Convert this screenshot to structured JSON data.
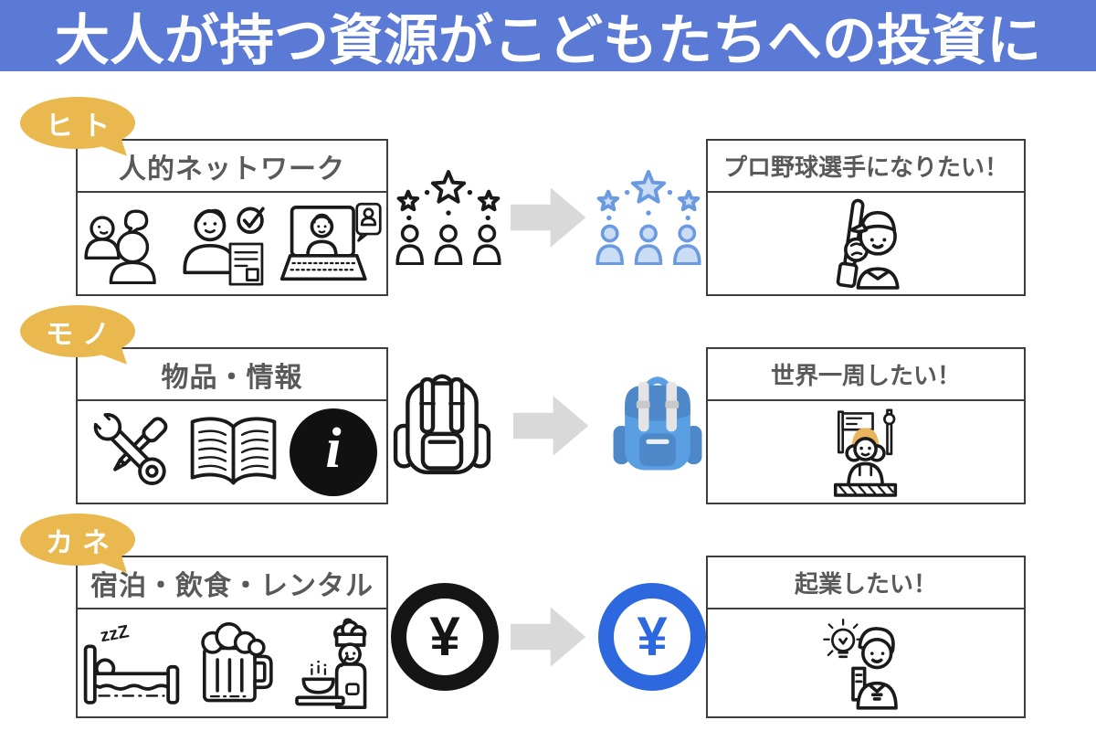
{
  "header": {
    "title": "大人が持つ資源がこどもたちへの投資に",
    "bg_color": "#5A7AD5",
    "text_color": "#FFFFFF"
  },
  "glyphs": {
    "yen": "¥",
    "info": "i",
    "sleep": "zzZ"
  },
  "colors": {
    "badge_gold": "#E9B84E",
    "box_border": "#3D3D3D",
    "title_text": "#595959",
    "arrow_gray": "#D9D9D9",
    "icon_black": "#1A1A1A",
    "icon_blue_stroke": "#6B9AE0",
    "icon_blue_fill": "#CBDCF5",
    "yen_blue": "#2D68DF",
    "backpack_blue": "#5B9FE3",
    "backpack_blue_dark": "#4E88C8",
    "strap_gray": "#E4E4E4",
    "hair_tan": "#EBB45C"
  },
  "rows": [
    {
      "badge": "ヒト",
      "resource_title": "人的ネットワーク",
      "resource_icons": [
        "people-talking-icon",
        "person-checklist-icon",
        "video-call-icon"
      ],
      "transform_icon": "people-stars",
      "goal_title": "プロ野球選手になりたい！",
      "goal_icon": "baseball-player-icon"
    },
    {
      "badge": "モノ",
      "resource_title": "物品・情報",
      "resource_icons": [
        "tools-icon",
        "open-book-icon",
        "info-icon"
      ],
      "transform_icon": "backpack",
      "goal_title": "世界一周したい！",
      "goal_icon": "world-traveler-icon"
    },
    {
      "badge": "カネ",
      "resource_title": "宿泊・飲食・レンタル",
      "resource_icons": [
        "bed-sleep-icon",
        "beer-mug-icon",
        "chef-cooking-icon"
      ],
      "transform_icon": "yen-coin",
      "goal_title": "起業したい！",
      "goal_icon": "entrepreneur-icon"
    }
  ]
}
